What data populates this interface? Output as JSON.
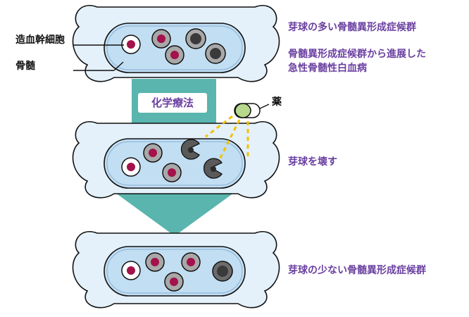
{
  "labels": {
    "stem_cell": "造血幹細胞",
    "bone_marrow": "骨髄",
    "drug": "薬",
    "chemotherapy": "化学療法"
  },
  "captions": {
    "stage1_line1": "芽球の多い骨髄異形成症候群",
    "stage1_line2": "骨髄異形成症候群から進展した",
    "stage1_line3": "急性骨髄性白血病",
    "stage2": "芽球を壊す",
    "stage3": "芽球の少ない骨髄異形成症候群"
  },
  "colors": {
    "bone_fill": "#e4f1fa",
    "marrow_fill": "#c2def3",
    "purple_text": "#6a3fa0",
    "arrow_teal": "#59b5ad",
    "stem_red": "#a3124a",
    "blast_dark": "#333333",
    "drug_dots": "#f2c200",
    "pill_green": "#b6d98c"
  }
}
